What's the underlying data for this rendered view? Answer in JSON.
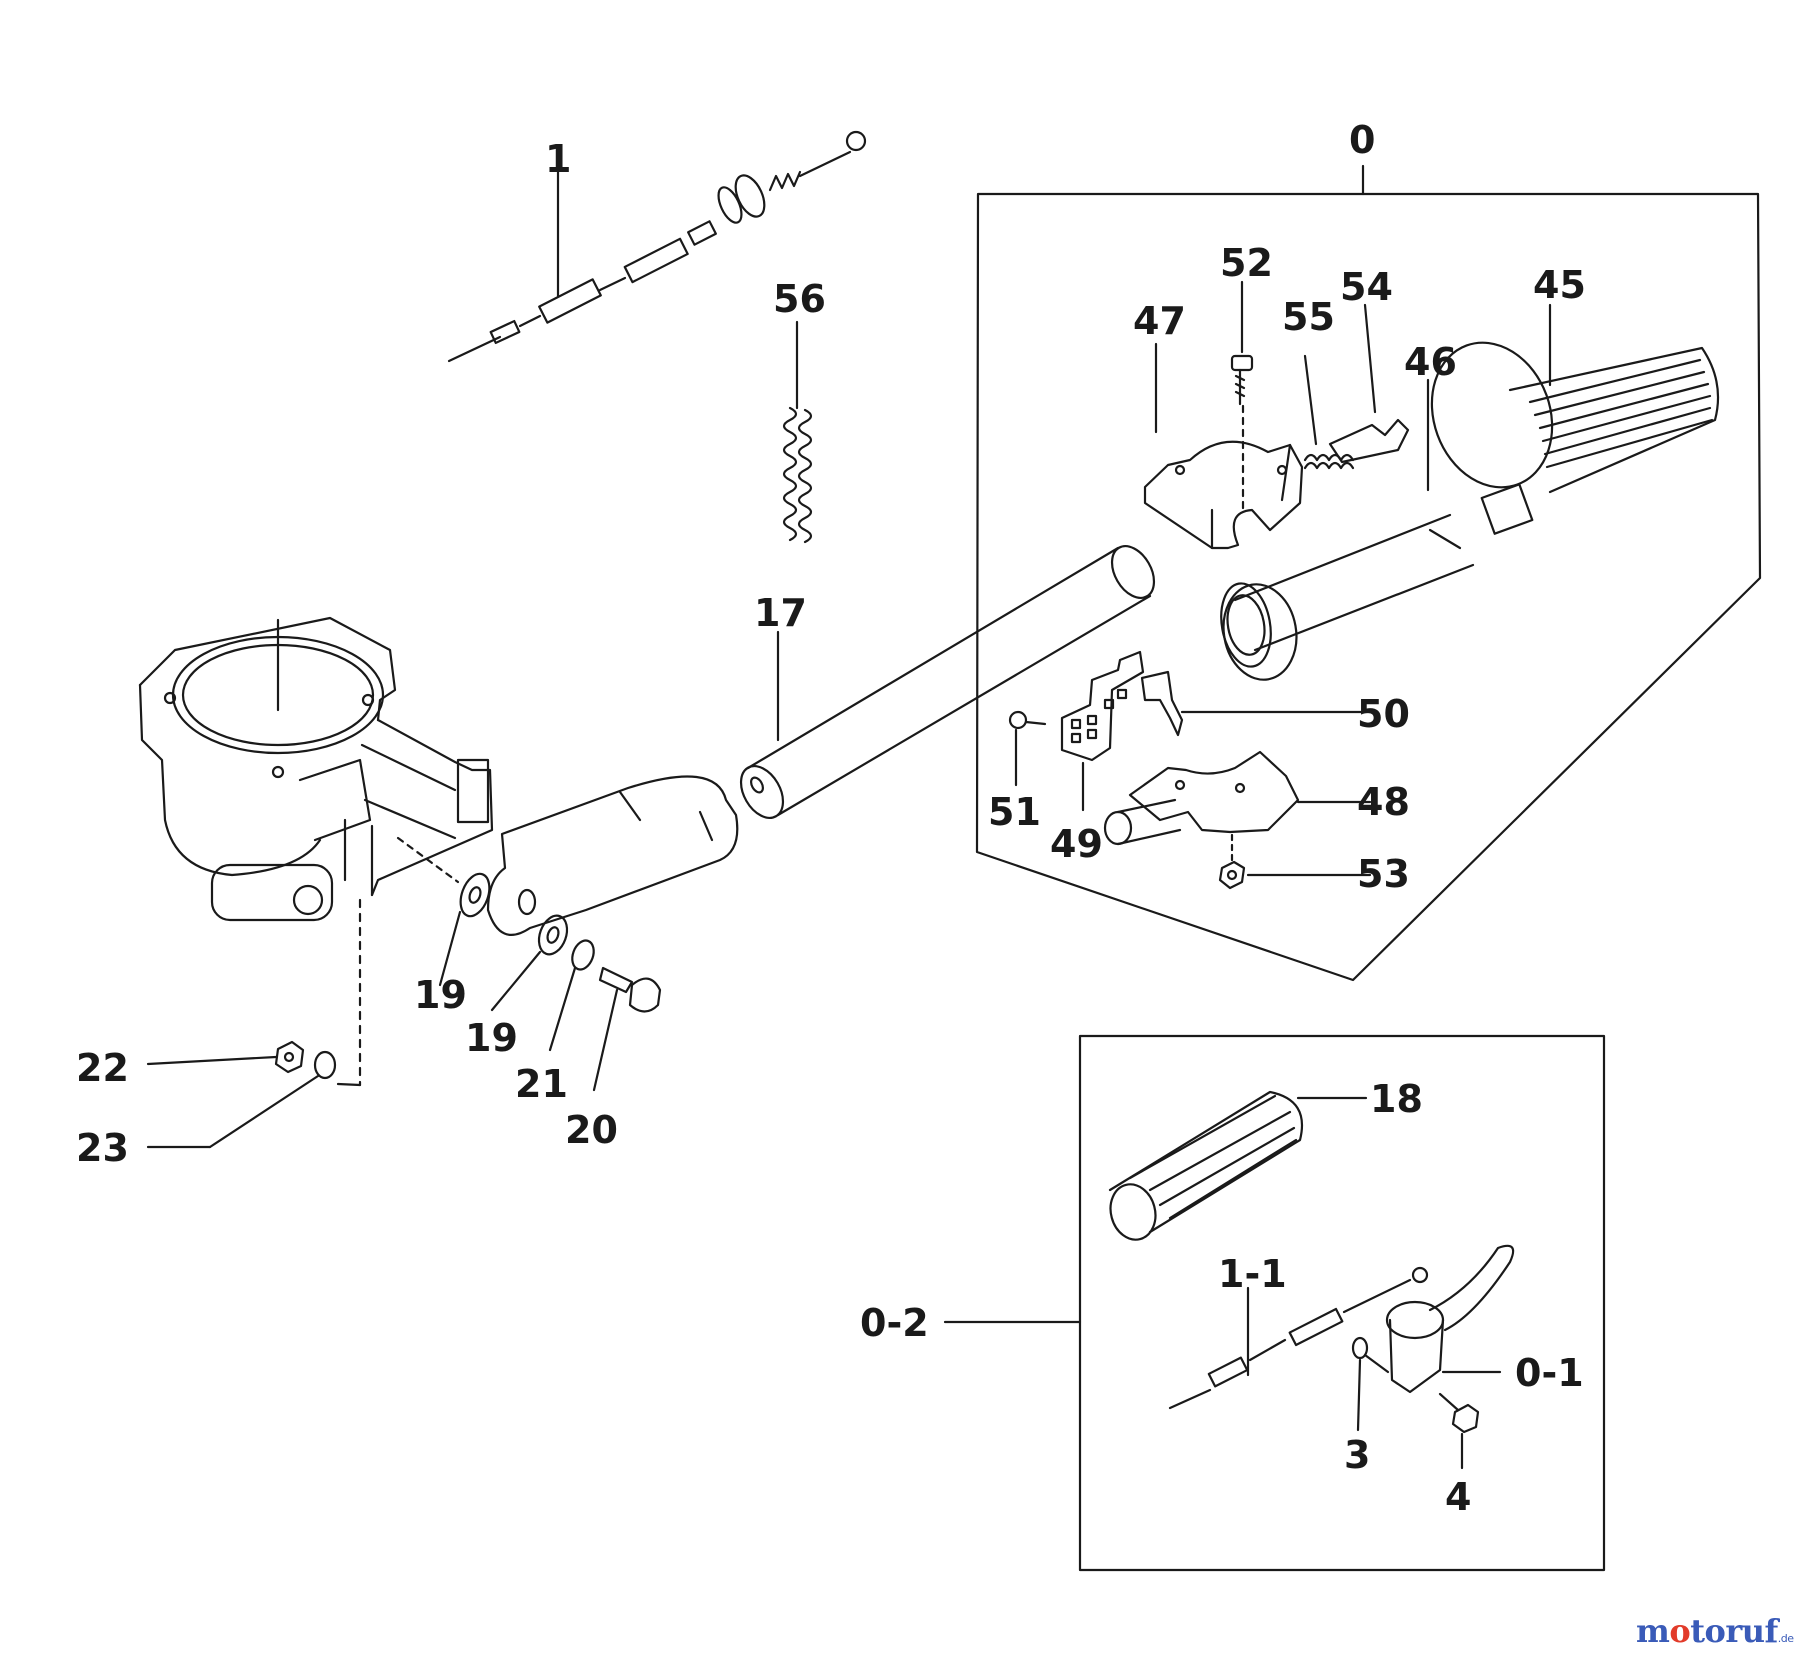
{
  "labels": {
    "p0": "0",
    "p1": "1",
    "p56": "56",
    "p52": "52",
    "p55": "55",
    "p54": "54",
    "p47": "47",
    "p45": "45",
    "p46": "46",
    "p17": "17",
    "p50": "50",
    "p51": "51",
    "p49": "49",
    "p48": "48",
    "p53": "53",
    "p19a": "19",
    "p19b": "19",
    "p21": "21",
    "p20": "20",
    "p22": "22",
    "p23": "23",
    "p18": "18",
    "p11": "1-1",
    "p02": "0-2",
    "p01": "0-1",
    "p3": "3",
    "p4": "4"
  },
  "watermark": {
    "brand_m": "m",
    "brand_o": "o",
    "brand_rest": "toruf",
    "brand_tld": ".de"
  }
}
